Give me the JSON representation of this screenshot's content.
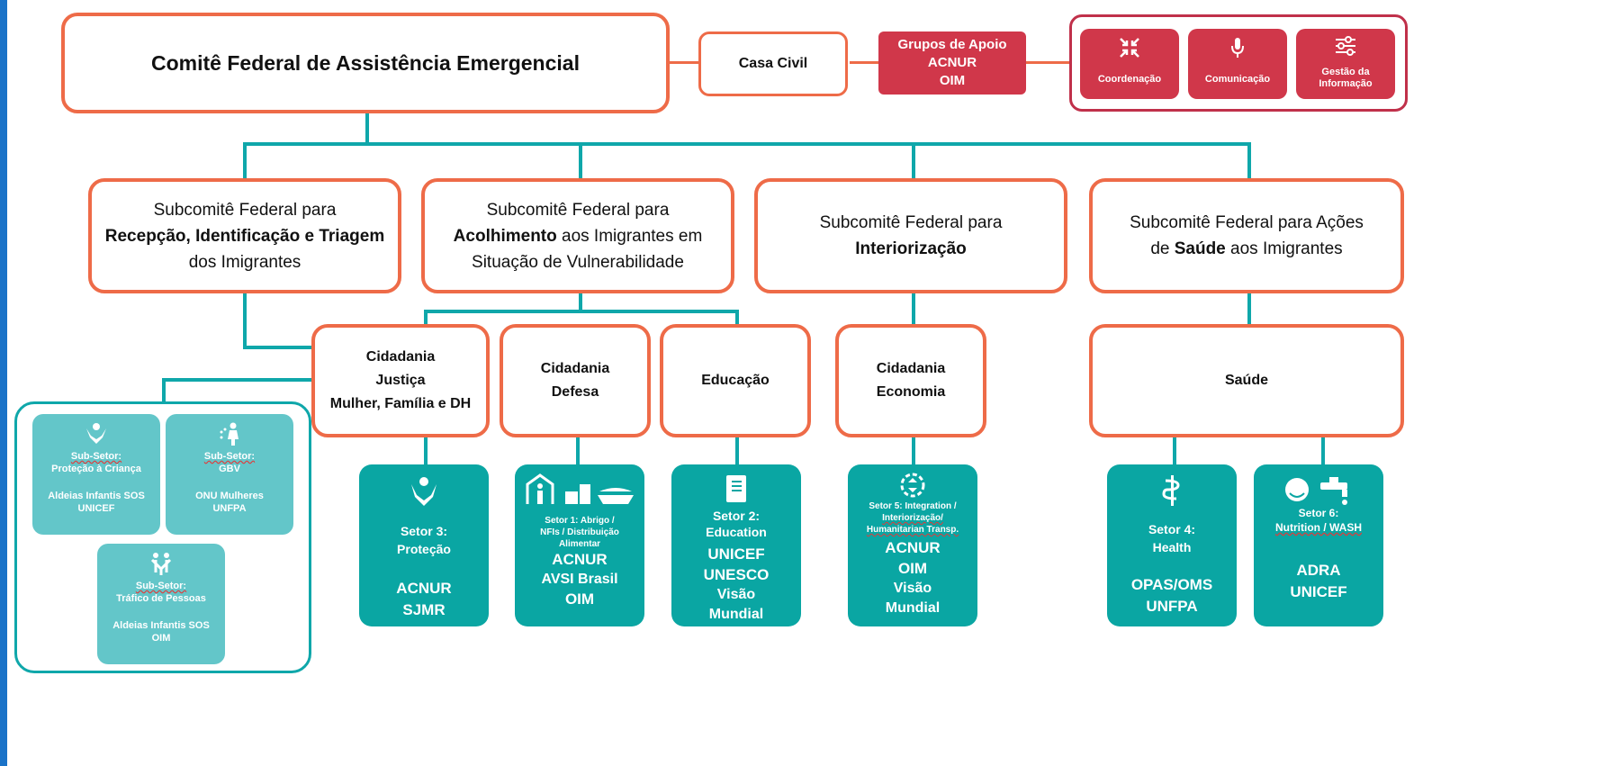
{
  "committee": {
    "title": "Comitê Federal de Assistência Emergencial"
  },
  "casa_civil": "Casa Civil",
  "grupos": {
    "title": "Grupos de Apoio",
    "line1": "ACNUR",
    "line2": "OIM"
  },
  "support_cards": [
    {
      "label": "Coordenação",
      "icon": "arrows-in-icon"
    },
    {
      "label": "Comunicação",
      "icon": "microphone-icon"
    },
    {
      "label1": "Gestão da",
      "label2": "Informação",
      "icon": "sliders-icon"
    }
  ],
  "subcommittees": [
    {
      "line1": "Subcomitê Federal para",
      "bold": "Recepção, Identificação e Triagem",
      "line3": "dos Imigrantes"
    },
    {
      "line1": "Subcomitê Federal para",
      "bold": "Acolhimento",
      "rest": " aos Imigrantes em",
      "line3": "Situação de Vulnerabilidade"
    },
    {
      "line1": "Subcomitê Federal para",
      "bold": "Interiorização"
    },
    {
      "line1": "Subcomitê Federal para Ações",
      "pre": "de ",
      "bold": "Saúde",
      "rest": " aos Imigrantes"
    }
  ],
  "ministries": {
    "m1": [
      "Cidadania",
      "Justiça",
      "Mulher, Família e DH"
    ],
    "m2": [
      "Cidadania",
      "Defesa"
    ],
    "m3": [
      "Educação"
    ],
    "m4": [
      "Cidadania",
      "Economia"
    ],
    "m5": [
      "Saúde"
    ]
  },
  "sectors": {
    "s3": {
      "title1": "Setor 3:",
      "title2": "Proteção",
      "orgs": [
        "ACNUR",
        "SJMR"
      ]
    },
    "s1": {
      "title1": "Setor 1: Abrigo /",
      "title2": "NFIs / Distribuição",
      "title3": "Alimentar",
      "orgs": [
        "ACNUR",
        "AVSI Brasil",
        "OIM"
      ]
    },
    "s2": {
      "title1": "Setor 2:",
      "title2": "Education",
      "orgs": [
        "UNICEF",
        "UNESCO",
        "Visão",
        "Mundial"
      ]
    },
    "s5": {
      "title1": "Setor 5: Integration /",
      "title2": "Interiorização/",
      "title3": "Humanitarian Transp.",
      "orgs": [
        "ACNUR",
        "OIM",
        "Visão",
        "Mundial"
      ]
    },
    "s4": {
      "title1": "Setor 4:",
      "title2": "Health",
      "orgs": [
        "OPAS/OMS",
        "UNFPA"
      ]
    },
    "s6": {
      "title1": "Setor 6:",
      "title2": "Nutrition / WASH",
      "orgs": [
        "ADRA",
        "UNICEF"
      ]
    }
  },
  "subsectors": [
    {
      "title1": "Sub-Setor:",
      "title2": "Proteção à Criança",
      "orgs": [
        "Aldeias Infantis SOS",
        "UNICEF"
      ]
    },
    {
      "title1": "Sub-Setor:",
      "title2": "GBV",
      "orgs": [
        "ONU Mulheres",
        "UNFPA"
      ]
    },
    {
      "title1": "Sub-Setor:",
      "title2": "Tráfico de Pessoas",
      "orgs": [
        "Aldeias Infantis SOS",
        "OIM"
      ]
    }
  ],
  "colors": {
    "orange": "#ee6b48",
    "teal": "#0aa6a3",
    "light_teal": "#63c6c9",
    "red": "#d0374a"
  }
}
